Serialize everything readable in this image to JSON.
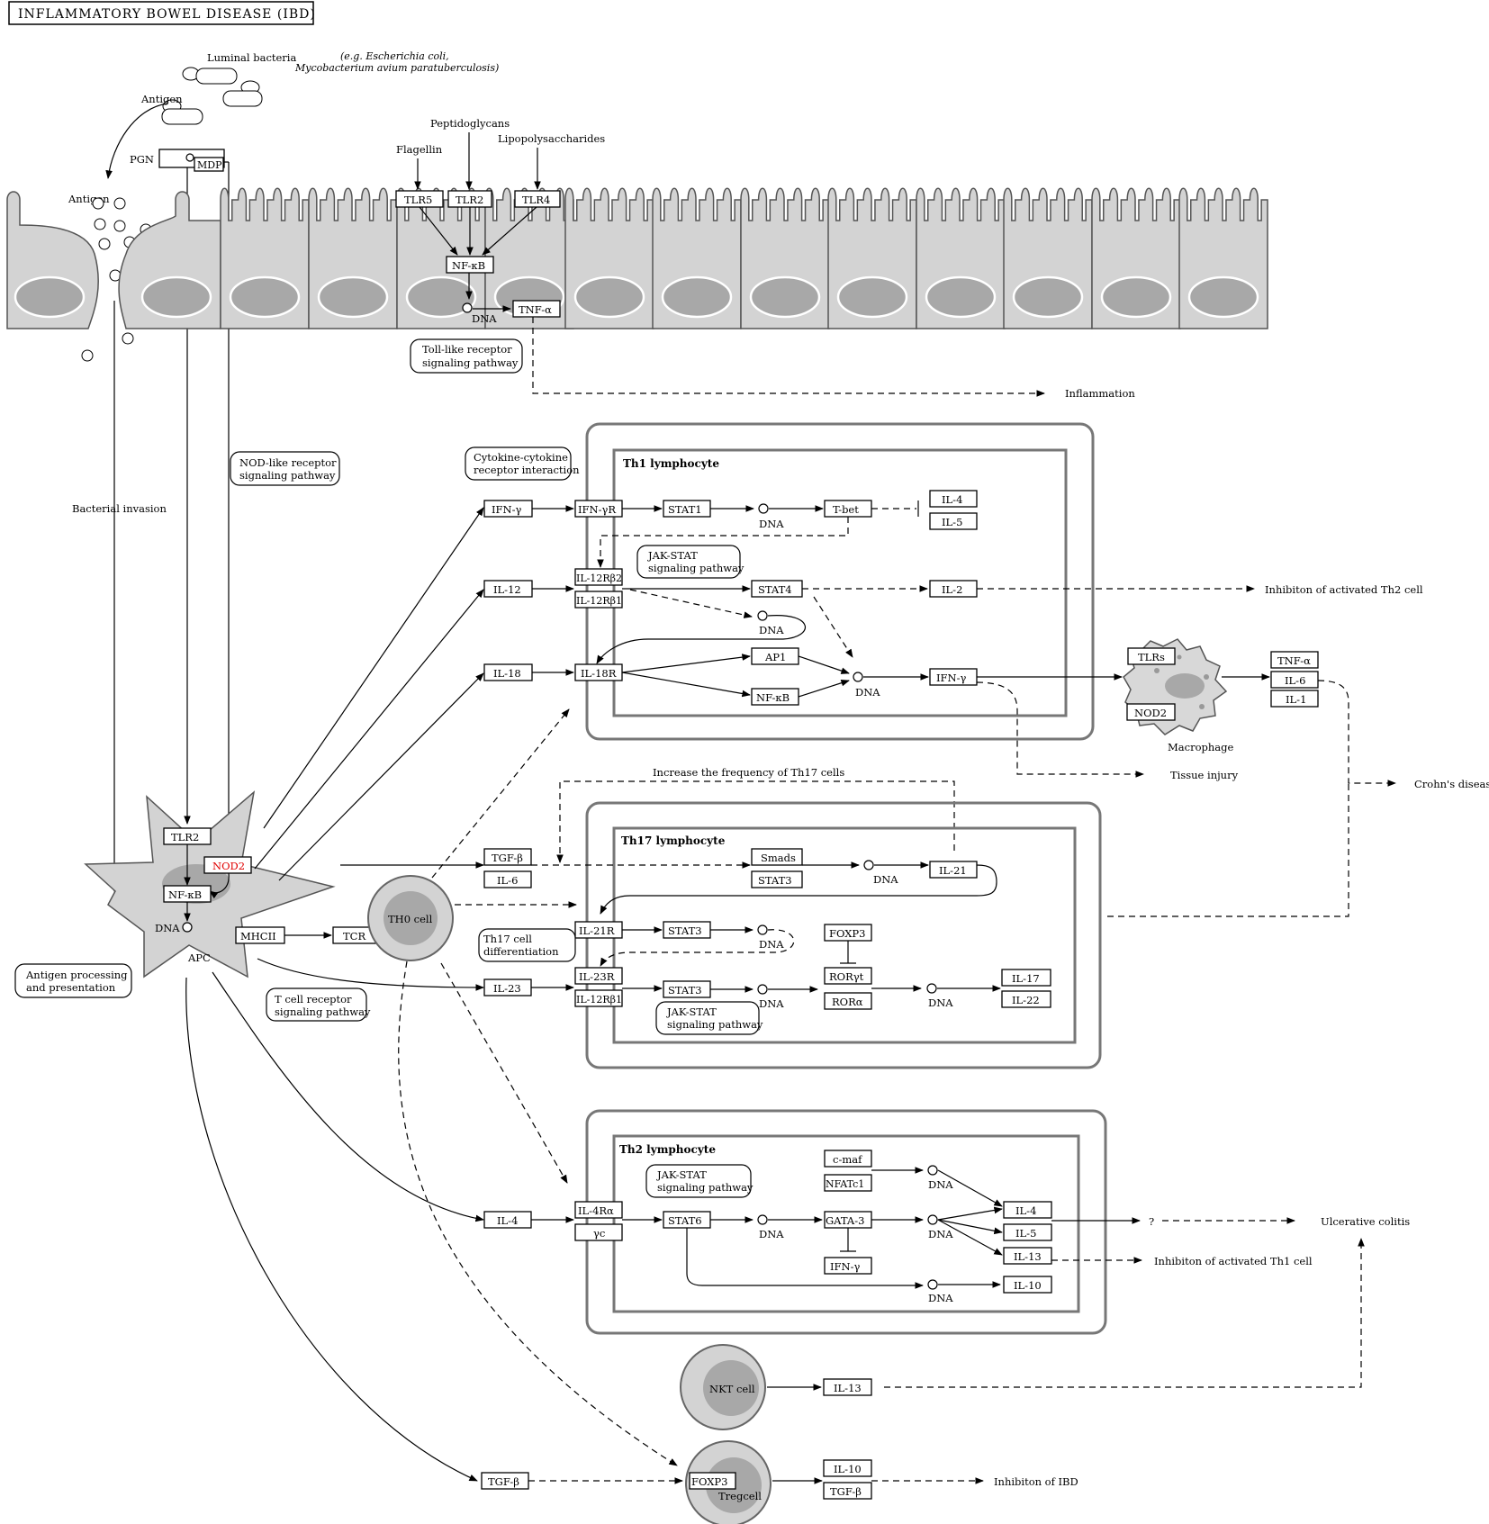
{
  "title": "INFLAMMATORY BOWEL DISEASE (IBD)",
  "text": {
    "luminal_bacteria": "Luminal bacteria",
    "bacteria_eg_1": "(e.g. Escherichia coli,",
    "bacteria_eg_2": "Mycobacterium avium paratuberculosis)",
    "antigen": "Antigen",
    "pgn": "PGN",
    "mdp": "MDP",
    "peptidoglycans": "Peptidoglycans",
    "flagellin": "Flagellin",
    "lipopolysaccharides": "Lipopolysaccharides",
    "dna": "DNA",
    "bacterial_invasion": "Bacterial invasion",
    "inflammation": "Inflammation",
    "apc": "APC",
    "th0_cell": "TH0 cell",
    "macrophage": "Macrophage",
    "tissue_injury": "Tissue injury",
    "crohns_disease": "Crohn's disease",
    "increase_th17": "Increase the frequency of Th17 cells",
    "inhib_th2": "Inhibiton of activated Th2 cell",
    "inhib_th1": "Inhibiton of activated Th1 cell",
    "ulcerative_colitis": "Ulcerative colitis",
    "question": "?",
    "nkt_cell": "NKT cell",
    "treg_cell": "Tregcell",
    "inhib_ibd": "Inhibiton of IBD",
    "th1_lymphocyte": "Th1 lymphocyte",
    "th17_lymphocyte": "Th17 lymphocyte",
    "th2_lymphocyte": "Th2 lymphocyte"
  },
  "pathways": {
    "toll_like_1": "Toll-like receptor",
    "toll_like_2": "signaling pathway",
    "nod_like_1": "NOD-like receptor",
    "nod_like_2": "signaling pathway",
    "cytokine_1": "Cytokine-cytokine",
    "cytokine_2": "receptor interaction",
    "jakstat_1": "JAK-STAT",
    "jakstat_2": "signaling pathway",
    "th17_diff_1": "Th17 cell",
    "th17_diff_2": "differentiation",
    "tcr_1": "T cell receptor",
    "tcr_2": "signaling pathway",
    "antigen_proc_1": "Antigen processing",
    "antigen_proc_2": "and presentation"
  },
  "genes": {
    "tlr5": "TLR5",
    "tlr2": "TLR2",
    "tlr4": "TLR4",
    "nfkb": "NF-κB",
    "tnfa": "TNF-α",
    "apc_tlr2": "TLR2",
    "nod2": "NOD2",
    "apc_nfkb": "NF-κB",
    "mhcii": "MHCII",
    "tcr": "TCR",
    "ifng": "IFN-γ",
    "il12": "IL-12",
    "il18": "IL-18",
    "ifngr": "IFN-γR",
    "stat1": "STAT1",
    "tbet": "T-bet",
    "th1_il4": "IL-4",
    "th1_il5": "IL-5",
    "il12rb2": "IL-12Rβ2",
    "il12rb1": "IL-12Rβ1",
    "stat4": "STAT4",
    "th1_il2": "IL-2",
    "il18r": "IL-18R",
    "ap1": "AP1",
    "th1_nfkb": "NF-κB",
    "th1_ifng": "IFN-γ",
    "mac_tlrs": "TLRs",
    "mac_nod2": "NOD2",
    "mac_tnfa": "TNF-α",
    "mac_il6": "IL-6",
    "mac_il1": "IL-1",
    "tgfb": "TGF-β",
    "il6": "IL-6",
    "smads": "Smads",
    "stat3_a": "STAT3",
    "il21": "IL-21",
    "il21r": "IL-21R",
    "stat3_b": "STAT3",
    "foxp3": "FOXP3",
    "il23": "IL-23",
    "il23r": "IL-23R",
    "il12rb1_b": "IL-12Rβ1",
    "stat3_c": "STAT3",
    "rorgt": "RORγt",
    "rora": "RORα",
    "il17": "IL-17",
    "il22": "IL-22",
    "cmaf": "c-maf",
    "nfatc1": "NFATc1",
    "il4": "IL-4",
    "il4ra": "IL-4Rα",
    "yc": "γc",
    "stat6": "STAT6",
    "gata3": "GATA-3",
    "th2_ifng": "IFN-γ",
    "th2_il4": "IL-4",
    "th2_il5": "IL-5",
    "th2_il13": "IL-13",
    "th2_il10": "IL-10",
    "nkt_il13": "IL-13",
    "treg_tgfb_in": "TGF-β",
    "treg_foxp3": "FOXP3",
    "treg_il10": "IL-10",
    "treg_tgfb": "TGF-β"
  }
}
